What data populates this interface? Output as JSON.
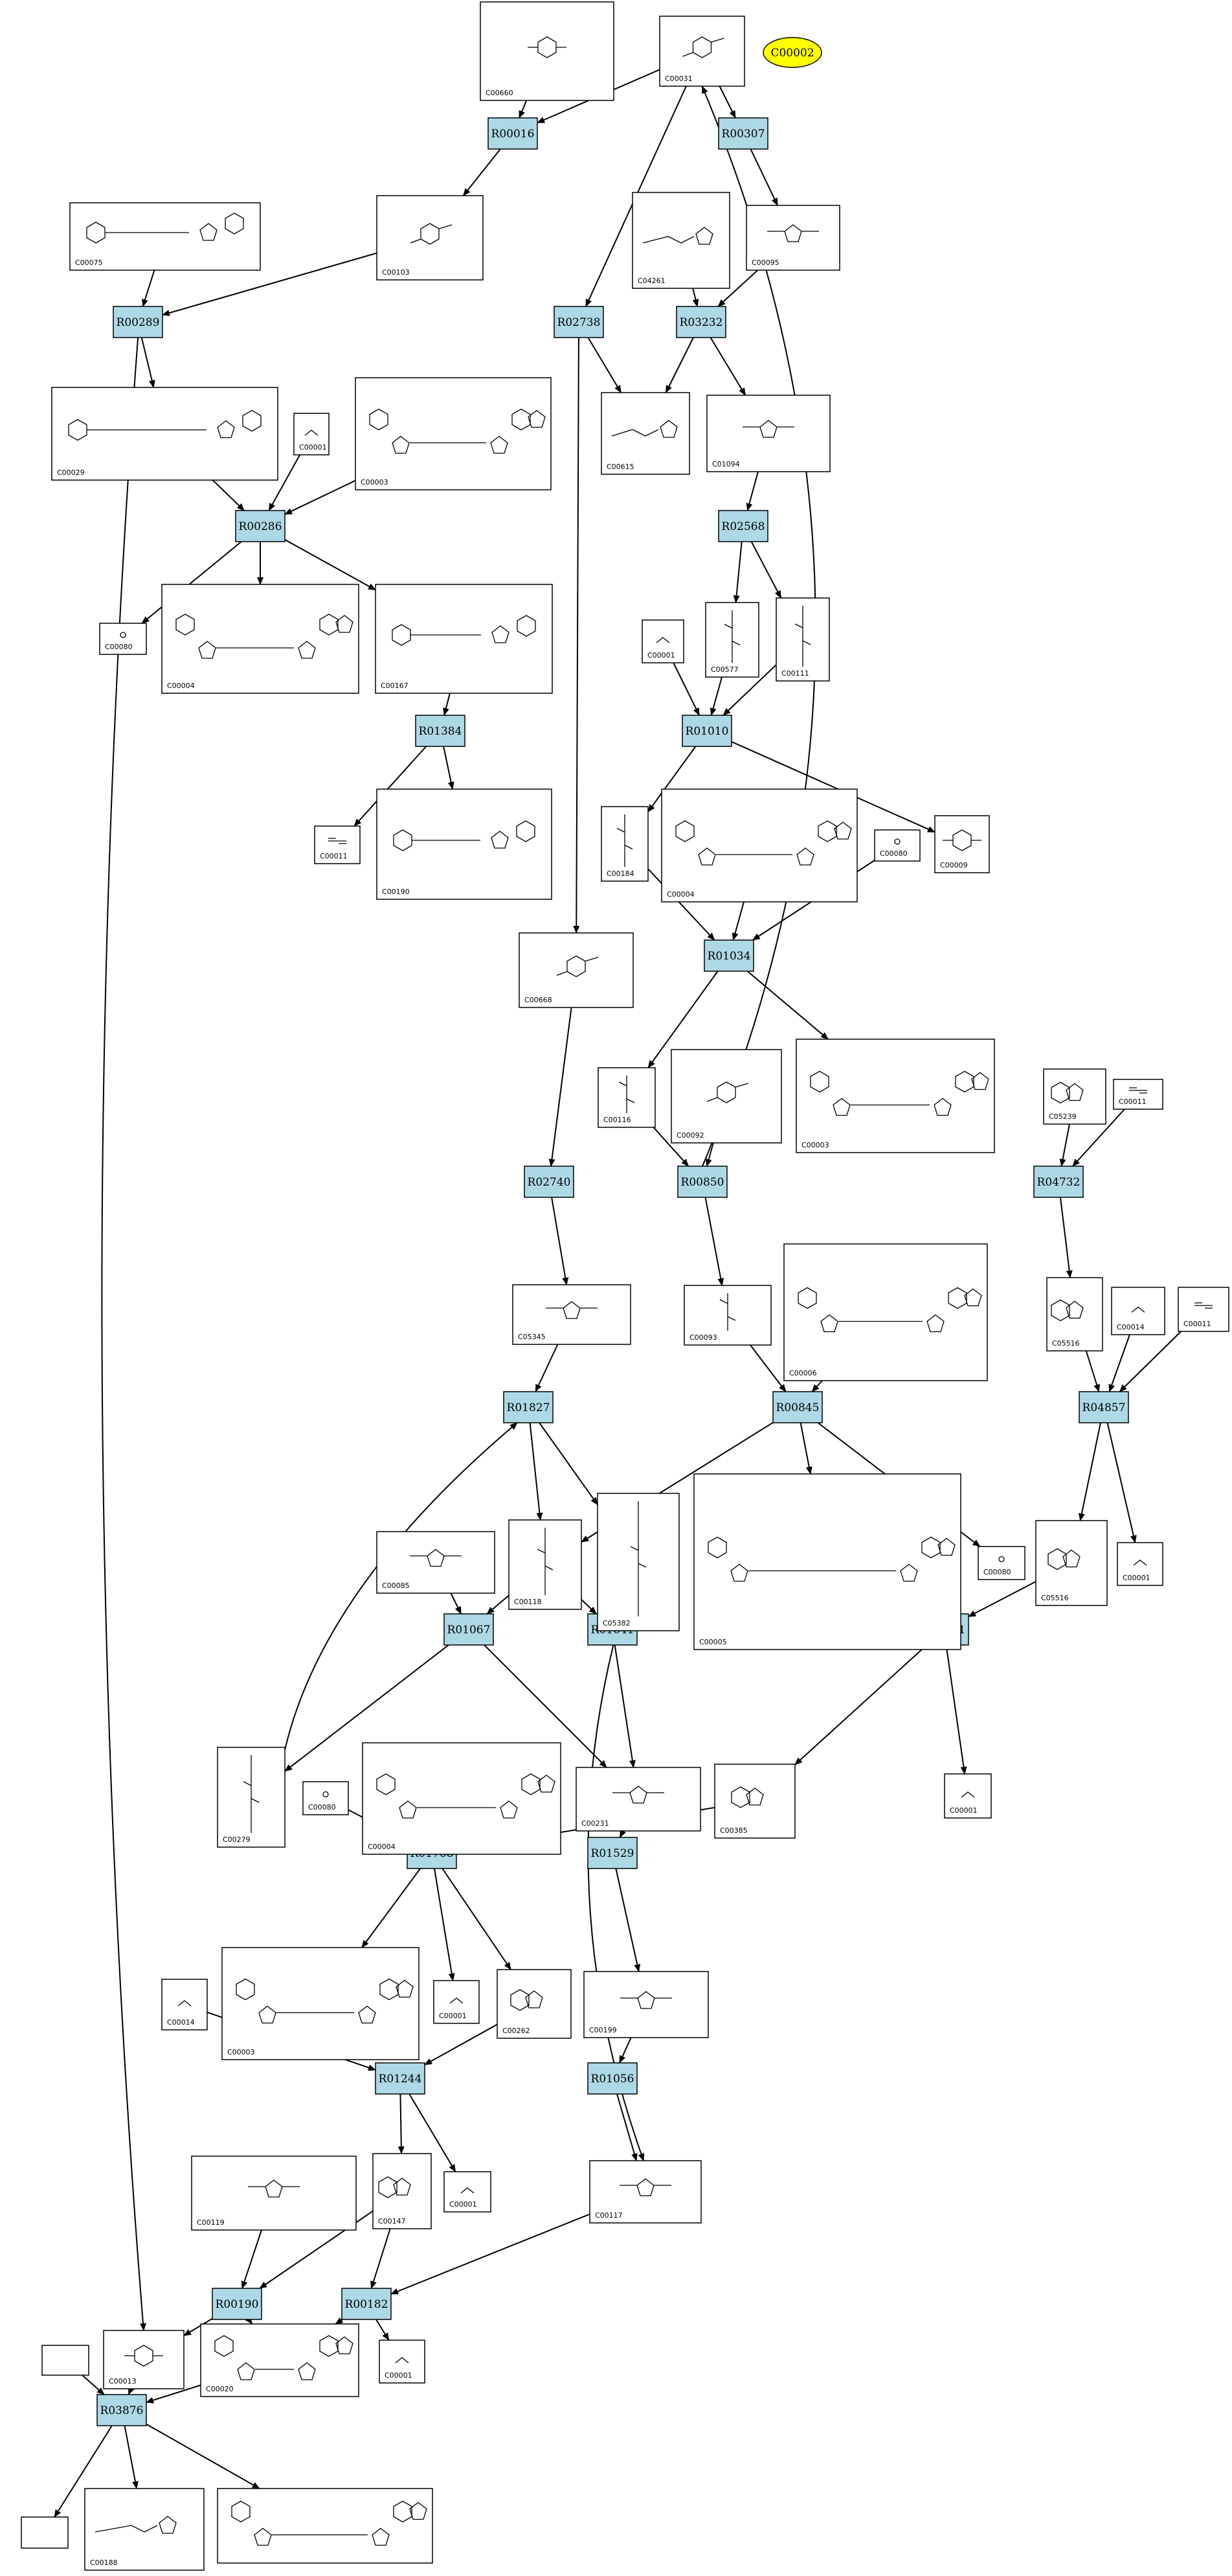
{
  "seed": "C00002",
  "reactions": [
    "R00016",
    "R00307",
    "R00289",
    "R02738",
    "R03232",
    "R00286",
    "R02568",
    "R01384",
    "R01010",
    "R01034",
    "R02740",
    "R00850",
    "R04732",
    "R01827",
    "R00845",
    "R04857",
    "R01067",
    "R01641",
    "R02141",
    "R01768",
    "R01529",
    "R01244",
    "R01056",
    "R00190",
    "R00182",
    "R03876"
  ],
  "compounds": [
    "C00031",
    "C00660",
    "C00103",
    "C00075",
    "C00095",
    "C04261",
    "C00029",
    "C00001",
    "C00003",
    "C00615",
    "C01094",
    "C00080",
    "C00004",
    "C00167",
    "C00577",
    "C00111",
    "C00011",
    "C00190",
    "C00184",
    "C00009",
    "C00668",
    "C00116",
    "C00092",
    "C05239",
    "C05345",
    "C00093",
    "C00006",
    "C05516",
    "C00014",
    "C00118",
    "C05382",
    "C00085",
    "C00005",
    "C00279",
    "C00231",
    "C00385",
    "C00199",
    "C00262",
    "C00117",
    "C00119",
    "C00147",
    "C00013",
    "C00020",
    "C00188"
  ]
}
